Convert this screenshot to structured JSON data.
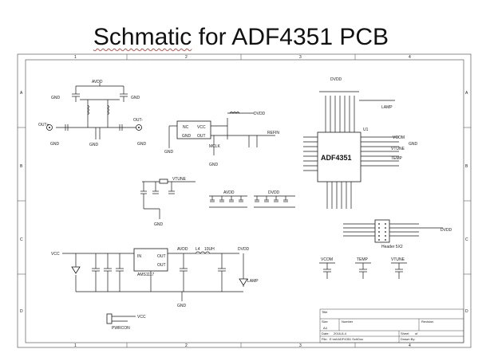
{
  "title": {
    "prefix": "Schmatic",
    "suffix": " for ADF4351 PCB"
  },
  "frame": {
    "columns": [
      "1",
      "2",
      "3",
      "4"
    ],
    "rows": [
      "A",
      "B",
      "C",
      "D"
    ]
  },
  "chip": {
    "main_label": "ADF4351",
    "designator": "U1"
  },
  "title_block": {
    "title_label": "Title",
    "size_label": "Size",
    "size_value": "A4",
    "number_label": "Number",
    "revision_label": "Revision",
    "date_label": "Date:",
    "date_value": "2016-8-4",
    "file_label": "File:",
    "file_value": "E:\\ml\\ADF4351 SchDoc",
    "sheet_label": "Sheet",
    "sheet_value": "of",
    "drawn_label": "Drawn By:"
  },
  "labels": {
    "avdd": "AVDD",
    "dvdd": "DVDD",
    "gnd": "GND",
    "outp": "OUT+",
    "outn": "OUT-",
    "vcc": "VCC",
    "mclk": "MCLK",
    "refin": "REFIN",
    "lamp": "LAMP",
    "vtune": "VTUNE",
    "vcom": "VCOM",
    "temp": "TEMP",
    "ldo": "AMS1117",
    "ld_in": "IN",
    "ld_out": "OUT",
    "osc_nc": "NC",
    "osc_vcc": "VCC",
    "osc_gnd": "GND",
    "osc_out": "OUT",
    "header": "Header 5X2",
    "power": "PWRCON",
    "l4": "L4",
    "l4_val": "10UH"
  }
}
